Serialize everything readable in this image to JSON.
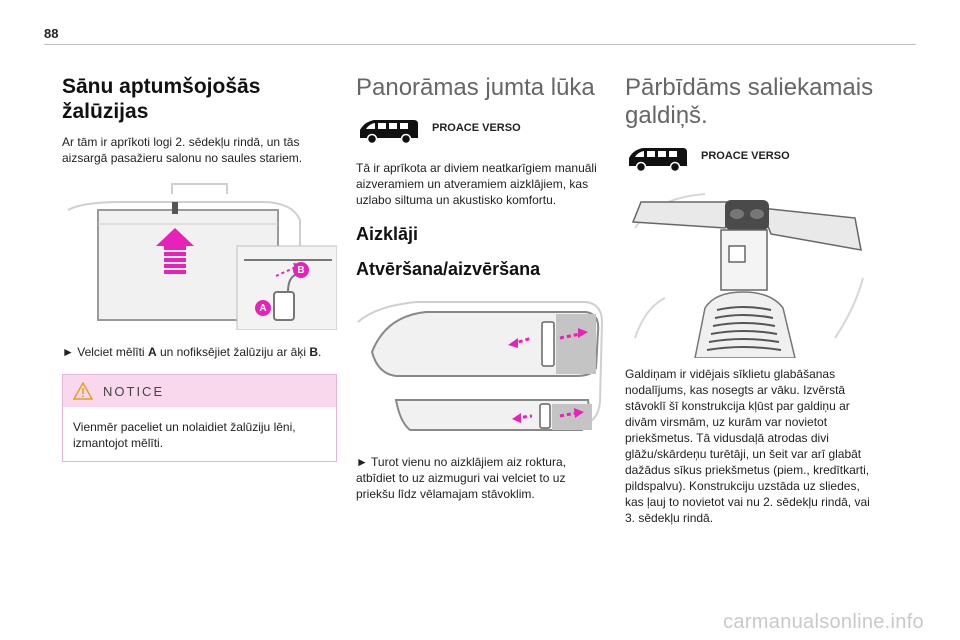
{
  "page": {
    "number": "88",
    "watermark": "carmanualsonline.info"
  },
  "col1": {
    "title_line1": "Sānu aptumšojošās",
    "title_line2": "žalūzijas",
    "intro": "Ar tām ir aprīkoti logi 2. sēdekļu rindā, un tās aizsargā pasažieru salonu no saules stariem.",
    "callout_a": "A",
    "callout_b": "B",
    "step_arrow": "►",
    "step_pre": "Velciet mēlīti ",
    "step_a": "A",
    "step_mid": " un nofiksējiet žalūziju ar āķi ",
    "step_b": "B",
    "step_end": ".",
    "notice_title": "NOTICE",
    "notice_text": "Vienmēr paceliet un nolaidiet žalūziju lēni, izmantojot mēlīti."
  },
  "col2": {
    "title": "Panorāmas jumta lūka",
    "model": "PROACE VERSO",
    "intro": "Tā ir aprīkota ar diviem neatkarīgiem manuāli aizveramiem un atveramiem aizklājiem, kas uzlabo siltuma un akustisko komfortu.",
    "h_aizklaji": "Aizklāji",
    "h_open_close": "Atvēršana/aizvēršana",
    "step_arrow": "►",
    "step_text": "Turot vienu no aizklājiem aiz roktura, atbīdiet to uz aizmuguri vai velciet to uz priekšu līdz vēlamajam stāvoklim."
  },
  "col3": {
    "title_line1": "Pārbīdāms saliekamais",
    "title_line2": "galdiņš.",
    "model": "PROACE VERSO",
    "text": "Galdiņam ir vidējais sīklietu glabāšanas nodalījums, kas nosegts ar vāku. Izvērstā stāvoklī šī konstrukcija kļūst par galdiņu ar divām virsmām, uz kurām var novietot priekšmetus. Tā vidusdaļā atrodas divi glāžu/skārdeņu turētāji, un šeit var arī glabāt dažādus sīkus priekšmetus (piem., kredītkarti, pildspalvu). Konstrukciju uzstāda uz sliedes, kas ļauj to novietot vai nu 2. sēdekļu rindā, vai 3. sēdekļu rindā."
  },
  "colors": {
    "accent": "#e622b8",
    "notice_bg": "#f9d8ee",
    "notice_border": "#e6b5d6"
  }
}
